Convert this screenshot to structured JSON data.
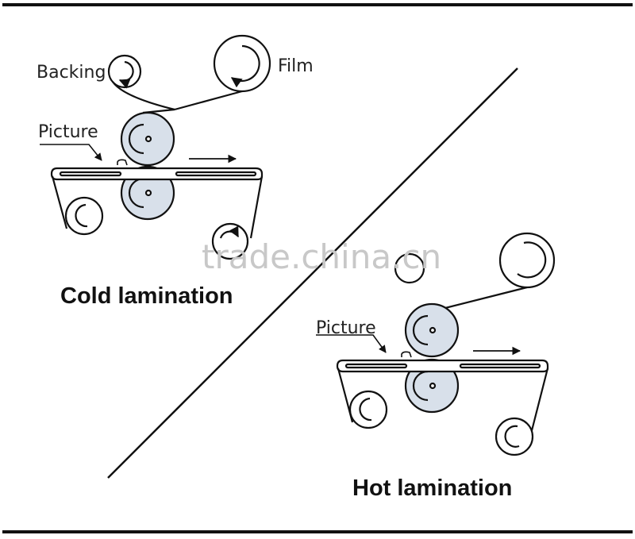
{
  "colors": {
    "roller_fill": "#d8e0ea",
    "stroke": "#111111",
    "background": "#ffffff",
    "watermark": "#c8c8c8"
  },
  "cold": {
    "title": "Cold lamination",
    "labels": {
      "backing": "Backing",
      "film": "Film",
      "picture": "Picture"
    }
  },
  "hot": {
    "title": "Hot lamination",
    "labels": {
      "picture": "Picture"
    }
  },
  "watermark": "trade.china.cn"
}
